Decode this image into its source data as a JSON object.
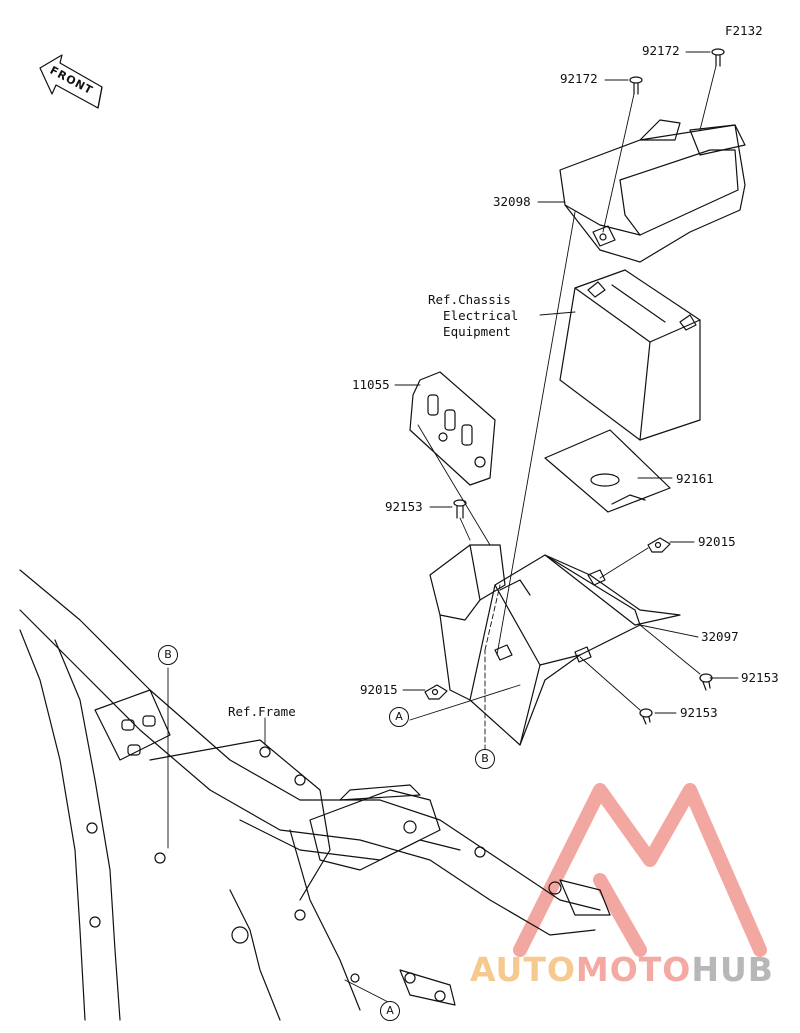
{
  "figure_code": "F2132",
  "front_label": "FRONT",
  "parts": {
    "p92172_top": "92172",
    "p92172_mid": "92172",
    "p32098": "32098",
    "ref_chassis": "Ref.Chassis\n  Electrical\n  Equipment",
    "p11055": "11055",
    "p92161": "92161",
    "p92153_top": "92153",
    "p92015_right": "92015",
    "p32097": "32097",
    "p92153_right": "92153",
    "p92015_left": "92015",
    "p92153_bottom": "92153",
    "ref_frame": "Ref.Frame"
  },
  "callouts": {
    "a_left": "A",
    "b_bottom": "B",
    "b_frame": "B",
    "a_frame": "A"
  },
  "watermark": {
    "part1": "AUTO",
    "part2": "MOTO",
    "part3": "HUB",
    "colors": {
      "auto": "#f6c98e",
      "moto": "#f4a9a2",
      "hub": "#b7b7b7",
      "logo": "#f08a82"
    }
  }
}
